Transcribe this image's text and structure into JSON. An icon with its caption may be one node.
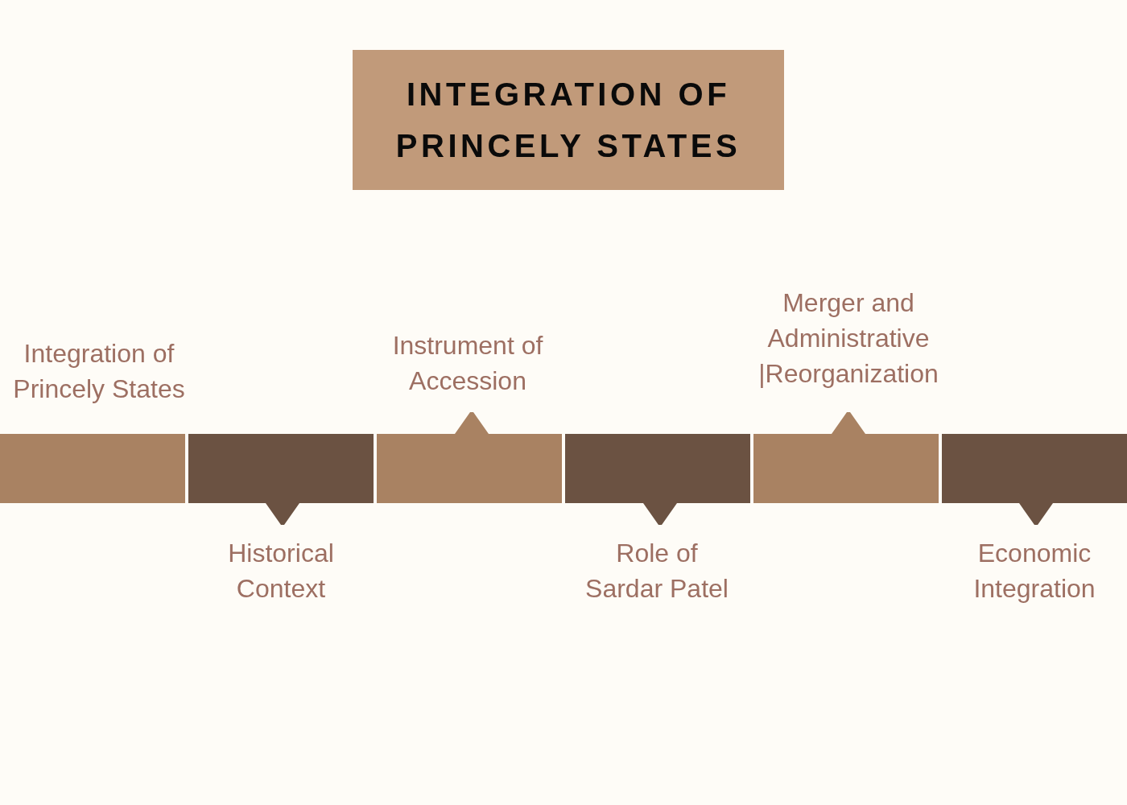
{
  "diagram": {
    "title": "INTEGRATION OF PRINCELY STATES",
    "nodes": [
      {
        "text": [
          "Integration of Princely States"
        ]
      },
      {
        "text": [
          "Historical Context"
        ]
      },
      {
        "text": [
          "Instrument of Accession"
        ]
      },
      {
        "text": [
          "Role of Sardar Patel"
        ]
      },
      {
        "text": [
          "Merger and Administrative |Reorganization"
        ]
      },
      {
        "text": [
          "Economic Integration"
        ]
      }
    ]
  }
}
